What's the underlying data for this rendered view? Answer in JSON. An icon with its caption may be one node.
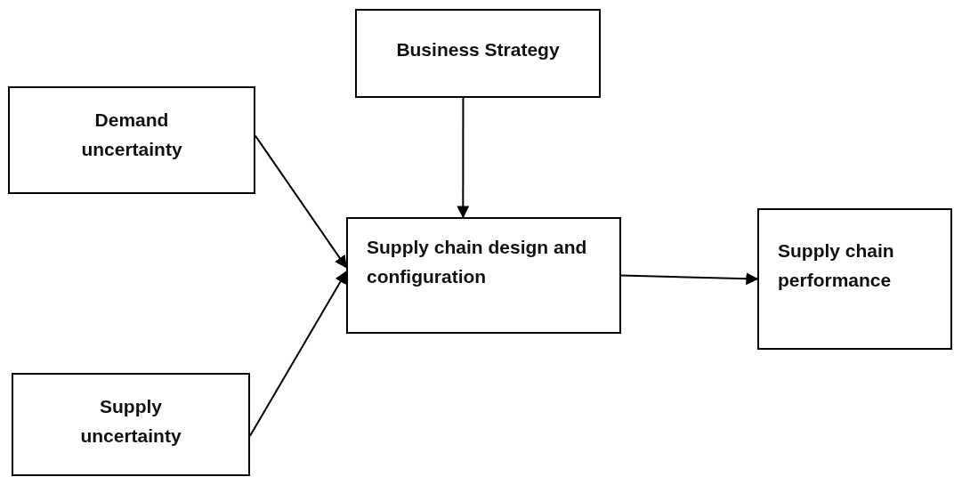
{
  "diagram": {
    "nodes": [
      {
        "text": [
          "Business Strategy"
        ]
      },
      {
        "text": [
          "Demand uncertainty"
        ]
      },
      {
        "text": [
          "Supply chain design and configuration"
        ]
      },
      {
        "text": [
          "Supply chain performance"
        ]
      },
      {
        "text": [
          "Supply uncertainty"
        ]
      }
    ],
    "edges": [
      {
        "from": 0,
        "to": 2,
        "arrow": "to"
      },
      {
        "from": 1,
        "to": 2,
        "arrow": "to"
      },
      {
        "from": 4,
        "to": 2,
        "arrow": "to"
      },
      {
        "from": 2,
        "to": 3,
        "arrow": "to"
      }
    ]
  }
}
